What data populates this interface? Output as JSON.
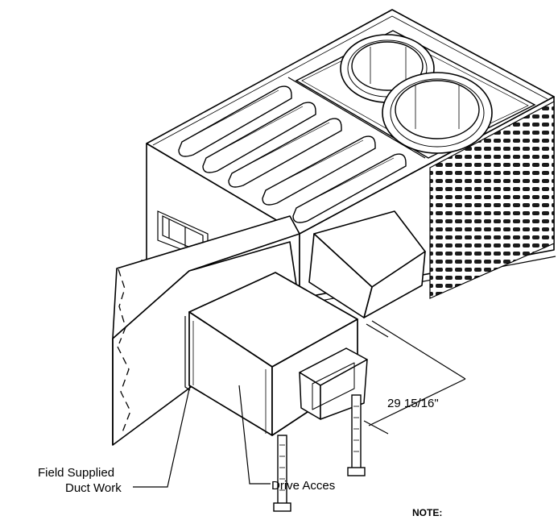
{
  "labels": {
    "dimension": "29 15/16\"",
    "field_duct_line1": "Field Supplied",
    "field_duct_line2": "Duct Work",
    "drive_access": "Drive Acces",
    "note": "NOTE:"
  },
  "colors": {
    "line": "#000000",
    "background": "#ffffff",
    "grille": "#1a1a1a"
  }
}
